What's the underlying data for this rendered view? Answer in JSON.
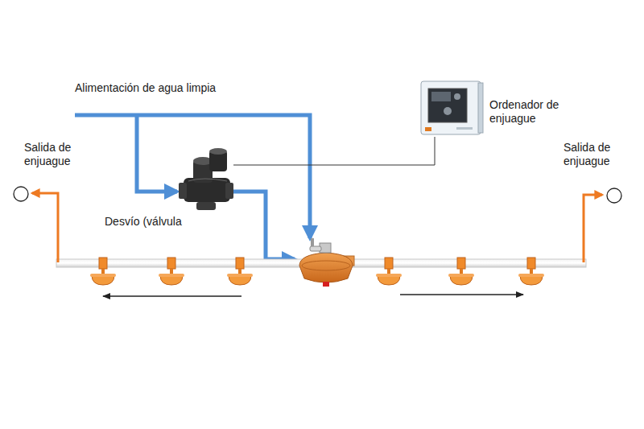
{
  "diagram": {
    "nodes": [
      {
        "text": [
          "Ordenador de enjuague"
        ]
      },
      {
        "text": [
          "Salida de enjuague"
        ]
      },
      {
        "text": [
          "Salida de enjuague"
        ]
      },
      {
        "text": [
          "Desvío (válvula"
        ]
      }
    ],
    "edges": [
      {
        "from": 0,
        "to": 3,
        "arrow": "none"
      }
    ],
    "labels": [
      "Alimentación de agua limpia"
    ]
  }
}
